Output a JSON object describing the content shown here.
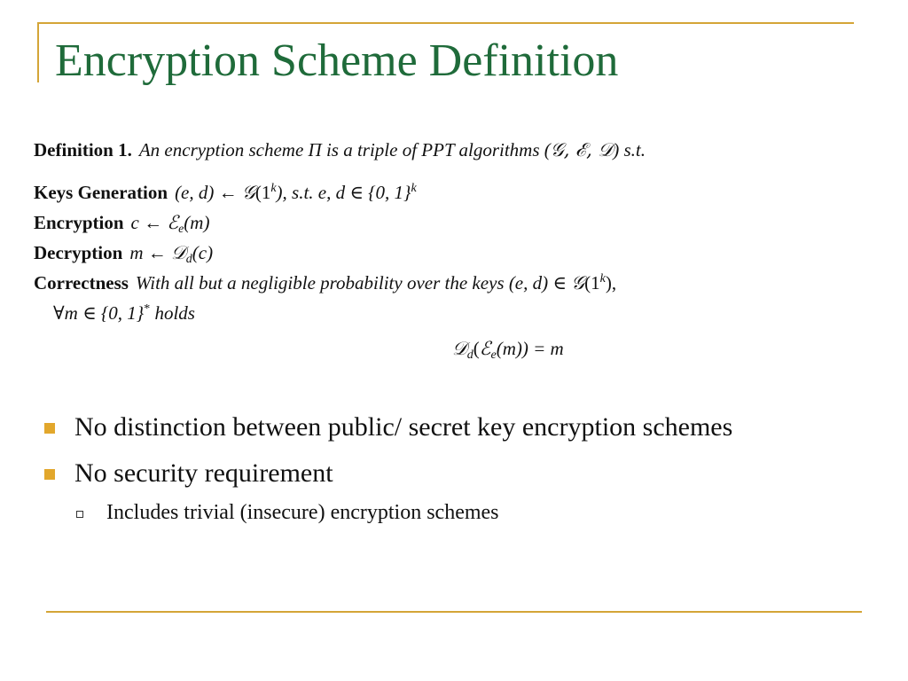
{
  "slide": {
    "title": "Encryption Scheme Definition",
    "definition": {
      "heading": "Definition 1.",
      "intro_prefix": "An encryption scheme ",
      "intro_pi": "Π",
      "intro_mid": " is a triple of PPT algorithms (",
      "intro_algs": "𝒢, ℰ, 𝒟",
      "intro_suffix": ") s.t.",
      "keygen": {
        "label": "Keys Generation",
        "formula_a": "(e, d) ← ",
        "formula_g": "𝒢",
        "formula_b": "(1",
        "formula_k": "k",
        "formula_c": "),  s.t.  e, d ∈ {0, 1}",
        "formula_k2": "k"
      },
      "encryption": {
        "label": "Encryption",
        "formula_a": "c ← ",
        "formula_e": "ℰ",
        "formula_sub": "e",
        "formula_b": "(m)"
      },
      "decryption": {
        "label": "Decryption",
        "formula_a": "m ← ",
        "formula_d": "𝒟",
        "formula_sub": "d",
        "formula_b": "(c)"
      },
      "correctness": {
        "label": "Correctness",
        "text_a": "With all but a negligible probability over the keys (e, d) ∈ ",
        "text_g": "𝒢",
        "text_b": "(1",
        "text_k": "k",
        "text_c": "),",
        "line2_a": "∀m ∈ {0, 1}",
        "line2_star": "*",
        "line2_b": "  holds",
        "eq_d": "𝒟",
        "eq_dsub": "d",
        "eq_open": "(",
        "eq_e": "ℰ",
        "eq_esub": "e",
        "eq_rest": "(m)) = m"
      }
    },
    "bullets": [
      {
        "text": "No distinction between public/ secret key encryption schemes"
      },
      {
        "text": "No security requirement"
      }
    ],
    "sub_bullets": [
      {
        "text": "Includes trivial (insecure) encryption schemes"
      }
    ]
  }
}
